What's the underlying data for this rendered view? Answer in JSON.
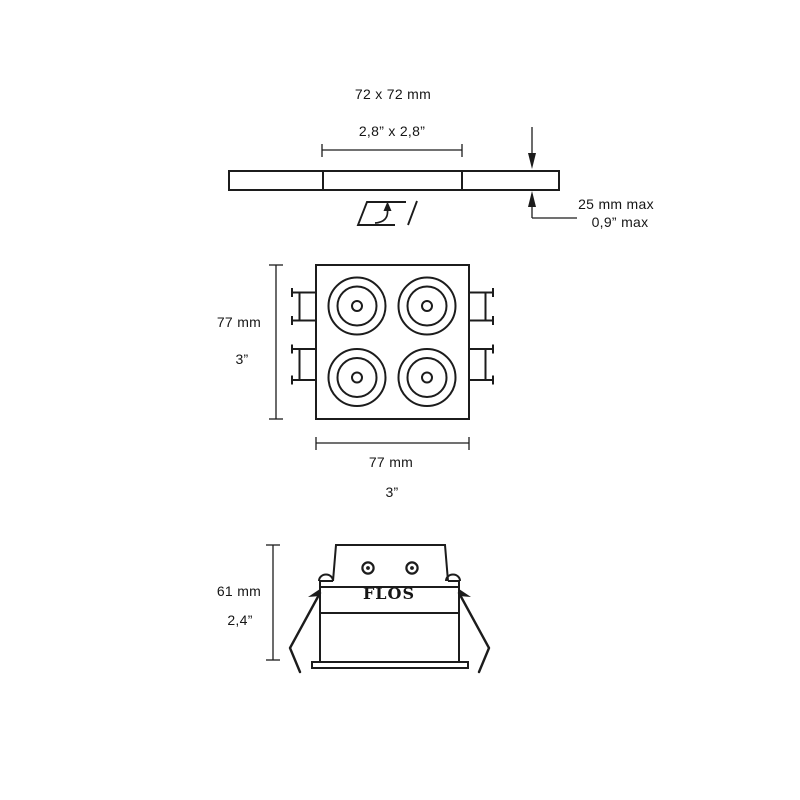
{
  "drawing": {
    "background": "#ffffff",
    "line_color": "#1c1c1c",
    "description": "recessed-spotlight-dimension-drawing"
  },
  "top_view": {
    "cutout_mm": "72 x 72 mm",
    "cutout_in": "2,8” x 2,8”",
    "recess_mm": "25 mm max",
    "recess_in": "0,9” max",
    "symbol": "adjustable-tilt-icon"
  },
  "front_view": {
    "height_mm": "77 mm",
    "height_in": "3”",
    "width_mm": "77 mm",
    "width_in": "3”"
  },
  "side_view": {
    "height_mm": "61 mm",
    "height_in": "2,4”",
    "brand": "FLOS"
  }
}
